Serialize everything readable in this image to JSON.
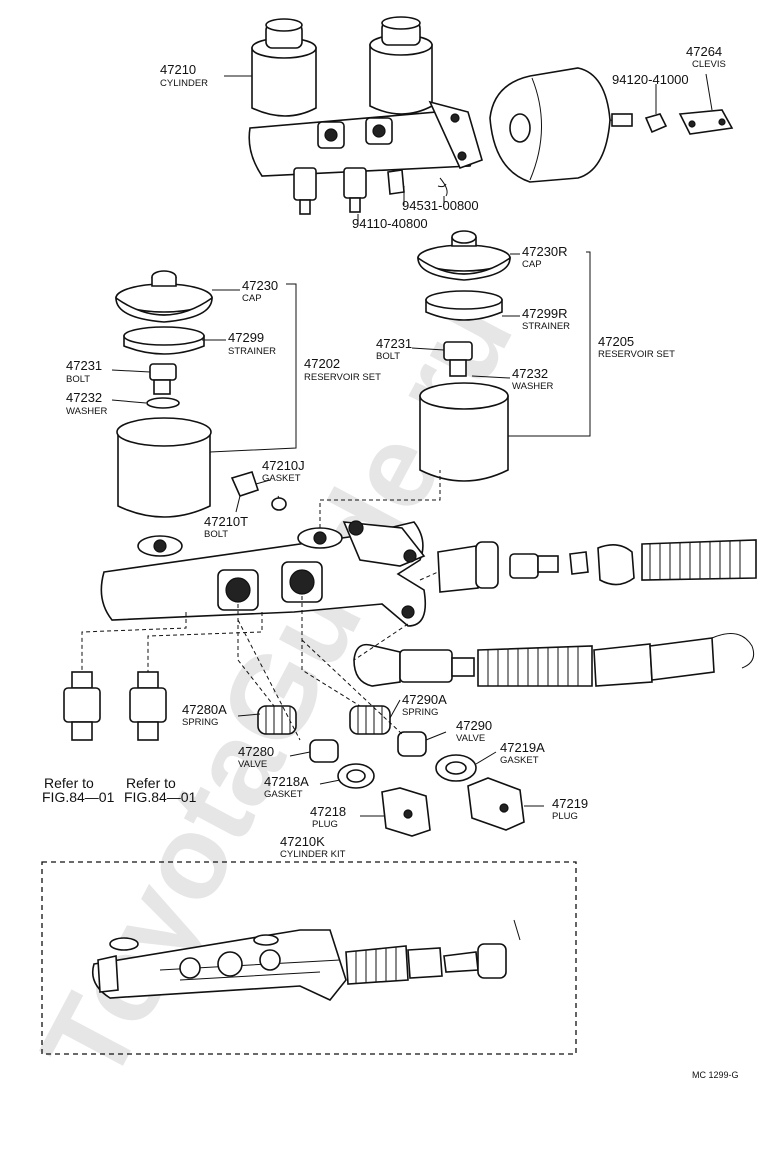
{
  "watermark": "ToyotaGuide.ru",
  "code": "MC 1299-G",
  "parts": {
    "p47210": {
      "number": "47210",
      "name": "CYLINDER"
    },
    "p47264": {
      "number": "47264",
      "name": "CLEVIS"
    },
    "p94120": {
      "number": "94120-41000"
    },
    "p94531": {
      "number": "94531-00800"
    },
    "p94110": {
      "number": "94110-40800"
    },
    "p47230": {
      "number": "47230",
      "name": "CAP"
    },
    "p47299": {
      "number": "47299",
      "name": "STRAINER"
    },
    "p47231a": {
      "number": "47231",
      "name": "BOLT"
    },
    "p47232a": {
      "number": "47232",
      "name": "WASHER"
    },
    "p47202": {
      "number": "47202",
      "name": "RESERVOIR SET"
    },
    "p47230R": {
      "number": "47230R",
      "name": "CAP"
    },
    "p47299R": {
      "number": "47299R",
      "name": "STRAINER"
    },
    "p47231b": {
      "number": "47231",
      "name": "BOLT"
    },
    "p47232b": {
      "number": "47232",
      "name": "WASHER"
    },
    "p47205": {
      "number": "47205",
      "name": "RESERVOIR SET"
    },
    "p47210J": {
      "number": "47210J",
      "name": "GASKET"
    },
    "p47210T": {
      "number": "47210T",
      "name": "BOLT"
    },
    "p47280A": {
      "number": "47280A",
      "name": "SPRING"
    },
    "p47280": {
      "number": "47280",
      "name": "VALVE"
    },
    "p47218A": {
      "number": "47218A",
      "name": "GASKET"
    },
    "p47218": {
      "number": "47218",
      "name": "PLUG"
    },
    "p47290A": {
      "number": "47290A",
      "name": "SPRING"
    },
    "p47290": {
      "number": "47290",
      "name": "VALVE"
    },
    "p47219A": {
      "number": "47219A",
      "name": "GASKET"
    },
    "p47219": {
      "number": "47219",
      "name": "PLUG"
    },
    "p47210K": {
      "number": "47210K",
      "name": "CYLINDER KIT"
    }
  },
  "refs": {
    "left": {
      "line1": "Refer to",
      "line2": "FIG.84—01"
    },
    "right": {
      "line1": "Refer to",
      "line2": "FIG.84—01"
    }
  }
}
